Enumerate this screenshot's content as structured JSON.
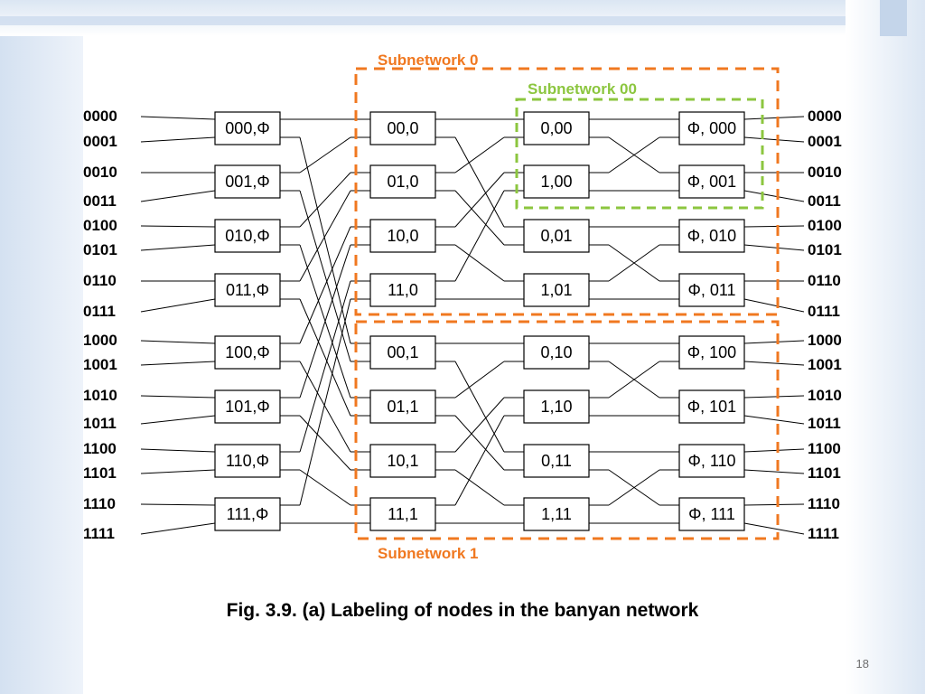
{
  "caption": "Fig. 3.9. (a) Labeling of nodes in the banyan network",
  "page_number": "18",
  "inputs": [
    "0000",
    "0001",
    "0010",
    "0011",
    "0100",
    "0101",
    "0110",
    "0111",
    "1000",
    "1001",
    "1010",
    "1011",
    "1100",
    "1101",
    "1110",
    "1111"
  ],
  "outputs": [
    "0000",
    "0001",
    "0010",
    "0011",
    "0100",
    "0101",
    "0110",
    "0111",
    "1000",
    "1001",
    "1010",
    "1011",
    "1100",
    "1101",
    "1110",
    "1111"
  ],
  "stages": [
    [
      "000,Φ",
      "001,Φ",
      "010,Φ",
      "011,Φ",
      "100,Φ",
      "101,Φ",
      "110,Φ",
      "111,Φ"
    ],
    [
      "00,0",
      "01,0",
      "10,0",
      "11,0",
      "00,1",
      "01,1",
      "10,1",
      "11,1"
    ],
    [
      "0,00",
      "1,00",
      "0,01",
      "1,01",
      "0,10",
      "1,10",
      "0,11",
      "1,11"
    ],
    [
      "Φ, 000",
      "Φ, 001",
      "Φ, 010",
      "Φ, 011",
      "Φ, 100",
      "Φ, 101",
      "Φ, 110",
      "Φ, 111"
    ]
  ],
  "subnetworks": [
    {
      "label": "Subnetwork 0",
      "color": "#f07820"
    },
    {
      "label": "Subnetwork 1",
      "color": "#f07820"
    },
    {
      "label": "Subnetwork 00",
      "color": "#8cc63f"
    }
  ]
}
